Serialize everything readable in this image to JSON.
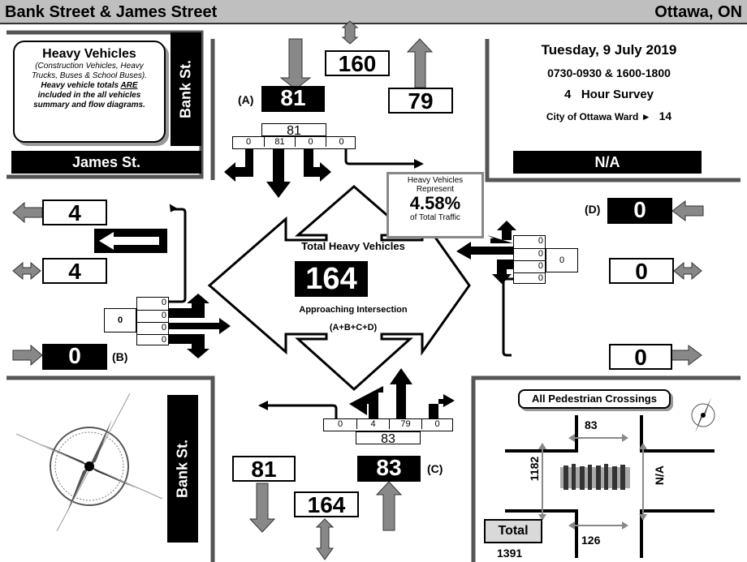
{
  "header": {
    "title": "Bank Street & James Street",
    "city": "Ottawa, ON"
  },
  "legend": {
    "title": "Heavy Vehicles",
    "line1": "(Construction Vehicles, Heavy",
    "line2": "Trucks, Buses & School Buses).",
    "line3a": "Heavy vehicle totals ",
    "line3b": "ARE",
    "line4": "included in the all vehicles",
    "line5": "summary and flow diagrams."
  },
  "streets": {
    "north": "Bank St.",
    "west": "James St.",
    "south": "Bank St.",
    "east": "N/A"
  },
  "info": {
    "date": "Tuesday, 9 July 2019",
    "times": "0730-0930 & 1600-1800",
    "survey_hours": "4",
    "survey_label": "Hour Survey",
    "ward_label": "City of Ottawa Ward ►",
    "ward": "14"
  },
  "north": {
    "two_way": "160",
    "approach_label": "(A)",
    "approach": "81",
    "departure": "79",
    "total": "81",
    "right": "0",
    "through": "81",
    "left": "0",
    "uturn": "0"
  },
  "west": {
    "departure": "4",
    "two_way": "4",
    "approach": "0",
    "approach_label": "(B)",
    "total": "0",
    "uturn": "0",
    "left": "0",
    "through": "0",
    "right": "0"
  },
  "east": {
    "approach_label": "(D)",
    "approach": "0",
    "two_way": "0",
    "departure": "0",
    "total": "0",
    "uturn": "0",
    "left": "0",
    "through": "0",
    "right": "0"
  },
  "south": {
    "departure": "81",
    "two_way": "164",
    "approach": "83",
    "approach_label": "(C)",
    "total": "83",
    "uturn": "0",
    "left": "4",
    "through": "79",
    "right": "0"
  },
  "center": {
    "title": "Total Heavy Vehicles",
    "value": "164",
    "subtitle": "Approaching Intersection",
    "formula": "(A+B+C+D)"
  },
  "represent": {
    "line1": "Heavy Vehicles",
    "line2": "Represent",
    "value": "4.58%",
    "line3": "of Total Traffic"
  },
  "pedestrians": {
    "title": "All Pedestrian Crossings",
    "north": "83",
    "west": "1182",
    "east": "N/A",
    "south": "126",
    "total_label": "Total",
    "total": "1391"
  },
  "colors": {
    "header_bg": "#bfbfbf",
    "gray_arrow": "#808080",
    "black": "#000000"
  }
}
